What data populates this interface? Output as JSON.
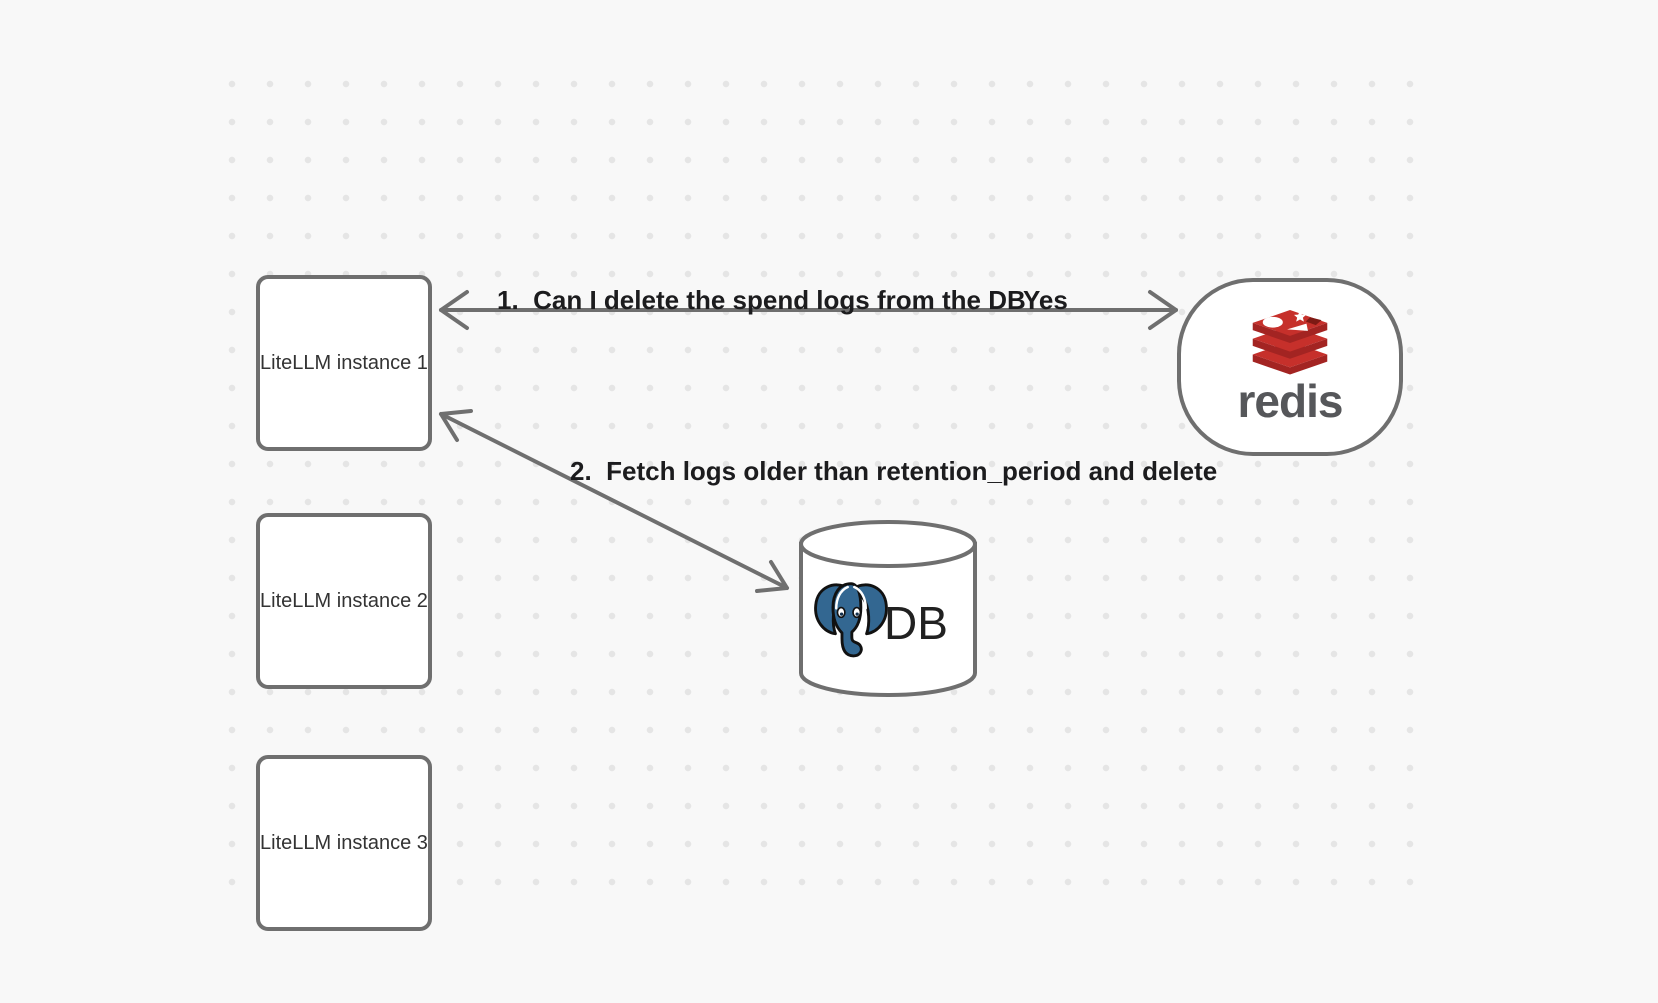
{
  "canvas": {
    "background": "#f8f8f8",
    "grid_dot_color": "#e5e5e5"
  },
  "colors": {
    "stroke_gray": "#6f6f6f",
    "edge_label_text": "#1c1c1e",
    "node_label_text": "#333333",
    "redis_red": "#c6302b",
    "redis_red_dark": "#a32422",
    "redis_red_darker": "#7e1a14",
    "redis_wordmark_gray": "#56575a",
    "postgres_blue": "#336791",
    "db_text": "#212121"
  },
  "nodes": {
    "litellm_instances": [
      {
        "label": "LiteLLM instance 1"
      },
      {
        "label": "LiteLLM instance 2"
      },
      {
        "label": "LiteLLM instance 3"
      }
    ],
    "redis": {
      "wordmark": "redis"
    },
    "db": {
      "label": "DB"
    }
  },
  "edges": {
    "redis_question": {
      "label": "1.  Can I delete the spend logs from the DB",
      "answer": "Yes"
    },
    "db_fetch": {
      "label": "2.  Fetch logs older than retention_period and delete"
    }
  }
}
